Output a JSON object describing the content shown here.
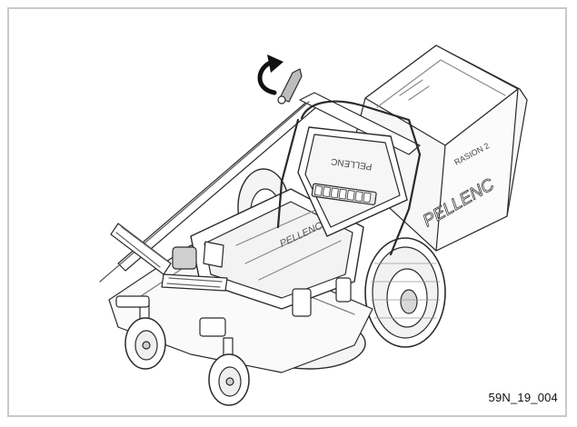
{
  "figure": {
    "reference_code": "59N_19_004",
    "brand_text": "PELLENC",
    "model_text": "RASION 2",
    "arrow_icon": "rotate-arrow-icon"
  }
}
